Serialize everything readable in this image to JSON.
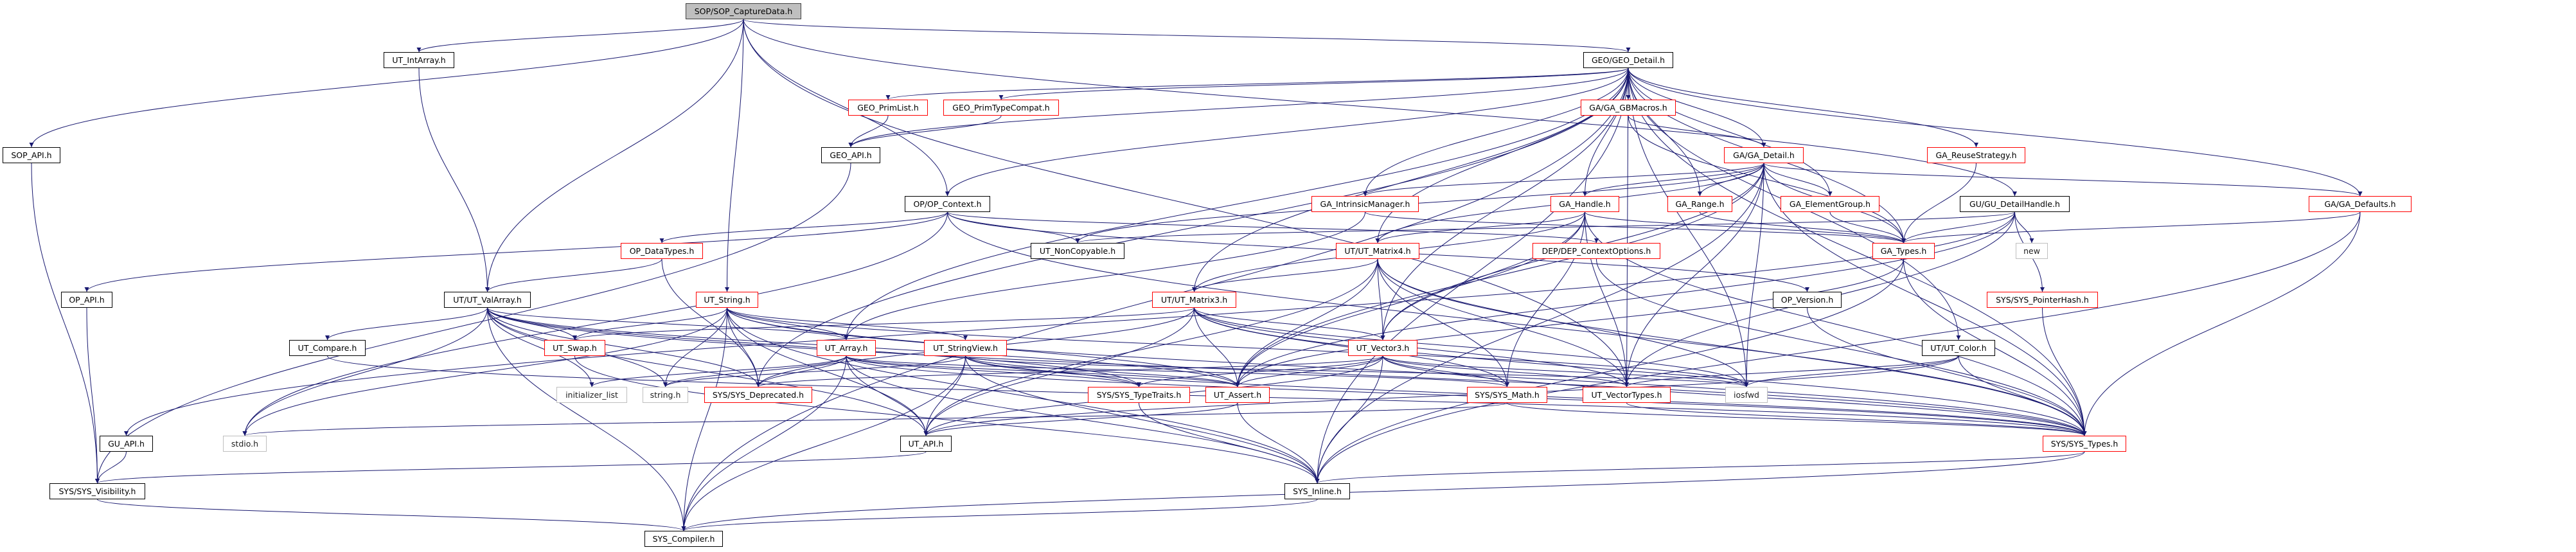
{
  "colors": {
    "edge": "#191970",
    "normal_border": "#000000",
    "truncated_border": "#ff0000",
    "external_border": "#bfbfbf",
    "root_fill": "#bfbfbf"
  },
  "nodes": [
    {
      "id": "root",
      "label": "SOP/SOP_CaptureData.h",
      "kind": "root"
    },
    {
      "id": "ut_intarray",
      "label": "UT_IntArray.h",
      "kind": "normal"
    },
    {
      "id": "geo_detail",
      "label": "GEO/GEO_Detail.h",
      "kind": "normal"
    },
    {
      "id": "geo_primlist",
      "label": "GEO_PrimList.h",
      "kind": "truncated"
    },
    {
      "id": "geo_primtypecompat",
      "label": "GEO_PrimTypeCompat.h",
      "kind": "truncated"
    },
    {
      "id": "ga_gbmacros",
      "label": "GA/GA_GBMacros.h",
      "kind": "truncated"
    },
    {
      "id": "sop_api",
      "label": "SOP_API.h",
      "kind": "normal"
    },
    {
      "id": "geo_api",
      "label": "GEO_API.h",
      "kind": "normal"
    },
    {
      "id": "ga_detail",
      "label": "GA/GA_Detail.h",
      "kind": "truncated"
    },
    {
      "id": "ga_reuse",
      "label": "GA_ReuseStrategy.h",
      "kind": "truncated"
    },
    {
      "id": "op_context",
      "label": "OP/OP_Context.h",
      "kind": "normal"
    },
    {
      "id": "ga_intrinsic",
      "label": "GA_IntrinsicManager.h",
      "kind": "truncated"
    },
    {
      "id": "ga_handle",
      "label": "GA_Handle.h",
      "kind": "truncated"
    },
    {
      "id": "ga_range",
      "label": "GA_Range.h",
      "kind": "truncated"
    },
    {
      "id": "ga_elemgroup",
      "label": "GA_ElementGroup.h",
      "kind": "truncated"
    },
    {
      "id": "gu_detailhandle",
      "label": "GU/GU_DetailHandle.h",
      "kind": "normal"
    },
    {
      "id": "ga_defaults",
      "label": "GA/GA_Defaults.h",
      "kind": "truncated"
    },
    {
      "id": "op_datatypes",
      "label": "OP_DataTypes.h",
      "kind": "truncated"
    },
    {
      "id": "ut_noncopyable",
      "label": "UT_NonCopyable.h",
      "kind": "normal"
    },
    {
      "id": "ut_matrix4",
      "label": "UT/UT_Matrix4.h",
      "kind": "truncated"
    },
    {
      "id": "dep_ctxopts",
      "label": "DEP/DEP_ContextOptions.h",
      "kind": "truncated"
    },
    {
      "id": "ga_types",
      "label": "GA_Types.h",
      "kind": "truncated"
    },
    {
      "id": "new",
      "label": "new",
      "kind": "external"
    },
    {
      "id": "op_api",
      "label": "OP_API.h",
      "kind": "normal"
    },
    {
      "id": "ut_valarray",
      "label": "UT/UT_ValArray.h",
      "kind": "normal"
    },
    {
      "id": "ut_string",
      "label": "UT_String.h",
      "kind": "truncated"
    },
    {
      "id": "ut_matrix3",
      "label": "UT/UT_Matrix3.h",
      "kind": "truncated"
    },
    {
      "id": "op_version",
      "label": "OP_Version.h",
      "kind": "normal"
    },
    {
      "id": "sys_pointerhash",
      "label": "SYS/SYS_PointerHash.h",
      "kind": "truncated"
    },
    {
      "id": "ut_compare",
      "label": "UT_Compare.h",
      "kind": "normal"
    },
    {
      "id": "ut_swap",
      "label": "UT_Swap.h",
      "kind": "truncated"
    },
    {
      "id": "ut_array",
      "label": "UT_Array.h",
      "kind": "truncated"
    },
    {
      "id": "ut_stringview",
      "label": "UT_StringView.h",
      "kind": "truncated"
    },
    {
      "id": "ut_vector3",
      "label": "UT_Vector3.h",
      "kind": "truncated"
    },
    {
      "id": "ut_color",
      "label": "UT/UT_Color.h",
      "kind": "normal"
    },
    {
      "id": "init_list",
      "label": "initializer_list",
      "kind": "external"
    },
    {
      "id": "string_h",
      "label": "string.h",
      "kind": "external"
    },
    {
      "id": "sys_deprecated",
      "label": "SYS/SYS_Deprecated.h",
      "kind": "truncated"
    },
    {
      "id": "sys_typetraits",
      "label": "SYS/SYS_TypeTraits.h",
      "kind": "truncated"
    },
    {
      "id": "ut_assert",
      "label": "UT_Assert.h",
      "kind": "truncated"
    },
    {
      "id": "sys_math",
      "label": "SYS/SYS_Math.h",
      "kind": "truncated"
    },
    {
      "id": "ut_vectortypes",
      "label": "UT_VectorTypes.h",
      "kind": "truncated"
    },
    {
      "id": "iosfwd",
      "label": "iosfwd",
      "kind": "external"
    },
    {
      "id": "gu_api",
      "label": "GU_API.h",
      "kind": "normal"
    },
    {
      "id": "stdio",
      "label": "stdio.h",
      "kind": "external"
    },
    {
      "id": "ut_api",
      "label": "UT_API.h",
      "kind": "normal"
    },
    {
      "id": "sys_types",
      "label": "SYS/SYS_Types.h",
      "kind": "truncated"
    },
    {
      "id": "sys_visibility",
      "label": "SYS/SYS_Visibility.h",
      "kind": "normal"
    },
    {
      "id": "sys_inline",
      "label": "SYS_Inline.h",
      "kind": "normal"
    },
    {
      "id": "sys_compiler",
      "label": "SYS_Compiler.h",
      "kind": "normal"
    }
  ],
  "edges": [
    [
      "root",
      "sop_api"
    ],
    [
      "root",
      "ut_intarray"
    ],
    [
      "root",
      "ut_valarray"
    ],
    [
      "root",
      "ut_string"
    ],
    [
      "root",
      "geo_detail"
    ],
    [
      "root",
      "op_context"
    ],
    [
      "root",
      "gu_detailhandle"
    ],
    [
      "root",
      "ut_vectortypes"
    ],
    [
      "ut_intarray",
      "ut_valarray"
    ],
    [
      "sop_api",
      "sys_visibility"
    ],
    [
      "geo_detail",
      "geo_primlist"
    ],
    [
      "geo_detail",
      "geo_primtypecompat"
    ],
    [
      "geo_detail",
      "geo_api"
    ],
    [
      "geo_detail",
      "ga_gbmacros"
    ],
    [
      "geo_detail",
      "ga_detail"
    ],
    [
      "geo_detail",
      "ga_handle"
    ],
    [
      "geo_detail",
      "ga_range"
    ],
    [
      "geo_detail",
      "ga_elemgroup"
    ],
    [
      "geo_detail",
      "ga_reuse"
    ],
    [
      "geo_detail",
      "ga_defaults"
    ],
    [
      "geo_detail",
      "ga_intrinsic"
    ],
    [
      "geo_detail",
      "ga_types"
    ],
    [
      "geo_detail",
      "ut_matrix4"
    ],
    [
      "geo_detail",
      "ut_matrix3"
    ],
    [
      "geo_detail",
      "ut_vector3"
    ],
    [
      "geo_detail",
      "ut_array"
    ],
    [
      "geo_detail",
      "sys_deprecated"
    ],
    [
      "geo_detail",
      "ut_vectortypes"
    ],
    [
      "geo_detail",
      "sys_types"
    ],
    [
      "geo_detail",
      "sys_inline"
    ],
    [
      "geo_detail",
      "sys_compiler"
    ],
    [
      "geo_detail",
      "iosfwd"
    ],
    [
      "geo_detail",
      "ut_color"
    ],
    [
      "geo_detail",
      "op_context"
    ],
    [
      "geo_primlist",
      "geo_api"
    ],
    [
      "geo_primtypecompat",
      "geo_api"
    ],
    [
      "geo_api",
      "sys_visibility"
    ],
    [
      "ga_gbmacros",
      "ga_detail"
    ],
    [
      "ga_gbmacros",
      "ga_types"
    ],
    [
      "ga_detail",
      "ga_intrinsic"
    ],
    [
      "ga_detail",
      "ga_handle"
    ],
    [
      "ga_detail",
      "ga_range"
    ],
    [
      "ga_detail",
      "ga_elemgroup"
    ],
    [
      "ga_detail",
      "ga_types"
    ],
    [
      "ga_detail",
      "ga_defaults"
    ],
    [
      "ga_detail",
      "ut_vector3"
    ],
    [
      "ga_detail",
      "ut_matrix4"
    ],
    [
      "ga_detail",
      "ut_vectortypes"
    ],
    [
      "ga_detail",
      "sys_types"
    ],
    [
      "ga_detail",
      "sys_inline"
    ],
    [
      "ga_detail",
      "ut_assert"
    ],
    [
      "ga_detail",
      "ut_noncopyable"
    ],
    [
      "ga_detail",
      "iosfwd"
    ],
    [
      "ga_intrinsic",
      "ga_types"
    ],
    [
      "ga_intrinsic",
      "ut_array"
    ],
    [
      "ga_handle",
      "ut_matrix4"
    ],
    [
      "ga_handle",
      "ut_matrix3"
    ],
    [
      "ga_handle",
      "ut_vector3"
    ],
    [
      "ga_handle",
      "ga_types"
    ],
    [
      "ga_handle",
      "ut_vectortypes"
    ],
    [
      "ga_handle",
      "ut_assert"
    ],
    [
      "ga_handle",
      "sys_types"
    ],
    [
      "ga_handle",
      "sys_math"
    ],
    [
      "ga_range",
      "ga_types"
    ],
    [
      "ga_elemgroup",
      "ga_types"
    ],
    [
      "ga_reuse",
      "ga_types"
    ],
    [
      "ga_defaults",
      "ga_types"
    ],
    [
      "ga_defaults",
      "sys_types"
    ],
    [
      "ga_defaults",
      "sys_inline"
    ],
    [
      "ga_types",
      "ut_assert"
    ],
    [
      "ga_types",
      "sys_types"
    ],
    [
      "ga_types",
      "sys_inline"
    ],
    [
      "gu_detailhandle",
      "ga_types"
    ],
    [
      "gu_detailhandle",
      "new"
    ],
    [
      "gu_detailhandle",
      "sys_pointerhash"
    ],
    [
      "gu_detailhandle",
      "ut_noncopyable"
    ],
    [
      "gu_detailhandle",
      "ut_assert"
    ],
    [
      "gu_detailhandle",
      "ut_vectortypes"
    ],
    [
      "gu_detailhandle",
      "gu_api"
    ],
    [
      "sys_pointerhash",
      "sys_types"
    ],
    [
      "op_context",
      "op_api"
    ],
    [
      "op_context",
      "op_datatypes"
    ],
    [
      "op_context",
      "ut_noncopyable"
    ],
    [
      "op_context",
      "dep_ctxopts"
    ],
    [
      "op_context",
      "op_version"
    ],
    [
      "op_context",
      "sys_types"
    ],
    [
      "op_context",
      "stdio"
    ],
    [
      "op_api",
      "sys_visibility"
    ],
    [
      "op_datatypes",
      "ut_valarray"
    ],
    [
      "op_datatypes",
      "sys_deprecated"
    ],
    [
      "dep_ctxopts",
      "sys_types"
    ],
    [
      "op_version",
      "sys_types"
    ],
    [
      "ut_valarray",
      "ut_compare"
    ],
    [
      "ut_valarray",
      "ut_swap"
    ],
    [
      "ut_valarray",
      "ut_array"
    ],
    [
      "ut_valarray",
      "init_list"
    ],
    [
      "ut_valarray",
      "string_h"
    ],
    [
      "ut_valarray",
      "sys_deprecated"
    ],
    [
      "ut_valarray",
      "ut_api"
    ],
    [
      "ut_valarray",
      "stdio"
    ],
    [
      "ut_valarray",
      "sys_compiler"
    ],
    [
      "ut_valarray",
      "sys_types"
    ],
    [
      "ut_valarray",
      "ut_assert"
    ],
    [
      "ut_valarray",
      "sys_typetraits"
    ],
    [
      "ut_compare",
      "sys_types"
    ],
    [
      "ut_string",
      "ut_swap"
    ],
    [
      "ut_string",
      "string_h"
    ],
    [
      "ut_string",
      "sys_deprecated"
    ],
    [
      "ut_string",
      "ut_assert"
    ],
    [
      "ut_string",
      "ut_api"
    ],
    [
      "ut_string",
      "sys_types"
    ],
    [
      "ut_string",
      "ut_stringview"
    ],
    [
      "ut_string",
      "sys_inline"
    ],
    [
      "ut_string",
      "stdio"
    ],
    [
      "ut_string",
      "iosfwd"
    ],
    [
      "ut_string",
      "sys_compiler"
    ],
    [
      "ut_string",
      "ut_array"
    ],
    [
      "ut_swap",
      "sys_inline"
    ],
    [
      "ut_array",
      "sys_deprecated"
    ],
    [
      "ut_array",
      "string_h"
    ],
    [
      "ut_array",
      "init_list"
    ],
    [
      "ut_array",
      "ut_api"
    ],
    [
      "ut_array",
      "ut_assert"
    ],
    [
      "ut_array",
      "sys_compiler"
    ],
    [
      "ut_array",
      "sys_types"
    ],
    [
      "ut_array",
      "sys_typetraits"
    ],
    [
      "ut_array",
      "sys_inline"
    ],
    [
      "ut_array",
      "sys_math"
    ],
    [
      "ut_stringview",
      "ut_api"
    ],
    [
      "ut_stringview",
      "sys_typetraits"
    ],
    [
      "ut_stringview",
      "ut_assert"
    ],
    [
      "ut_stringview",
      "sys_inline"
    ],
    [
      "ut_stringview",
      "sys_compiler"
    ],
    [
      "ut_stringview",
      "sys_types"
    ],
    [
      "ut_stringview",
      "string_h"
    ],
    [
      "ut_stringview",
      "iosfwd"
    ],
    [
      "ut_matrix3",
      "ut_assert"
    ],
    [
      "ut_matrix3",
      "ut_vector3"
    ],
    [
      "ut_matrix3",
      "sys_math"
    ],
    [
      "ut_matrix3",
      "ut_vectortypes"
    ],
    [
      "ut_matrix3",
      "iosfwd"
    ],
    [
      "ut_matrix3",
      "sys_types"
    ],
    [
      "ut_matrix3",
      "ut_api"
    ],
    [
      "ut_matrix3",
      "sys_deprecated"
    ],
    [
      "ut_matrix3",
      "ut_swap"
    ],
    [
      "ut_matrix4",
      "ut_matrix3"
    ],
    [
      "ut_matrix4",
      "ut_vector3"
    ],
    [
      "ut_matrix4",
      "ut_assert"
    ],
    [
      "ut_matrix4",
      "sys_math"
    ],
    [
      "ut_matrix4",
      "ut_vectortypes"
    ],
    [
      "ut_matrix4",
      "iosfwd"
    ],
    [
      "ut_matrix4",
      "sys_types"
    ],
    [
      "ut_matrix4",
      "ut_api"
    ],
    [
      "ut_vector3",
      "ut_assert"
    ],
    [
      "ut_vector3",
      "sys_math"
    ],
    [
      "ut_vector3",
      "ut_vectortypes"
    ],
    [
      "ut_vector3",
      "iosfwd"
    ],
    [
      "ut_vector3",
      "sys_inline"
    ],
    [
      "ut_vector3",
      "ut_api"
    ],
    [
      "ut_vector3",
      "sys_deprecated"
    ],
    [
      "ut_vector3",
      "sys_typetraits"
    ],
    [
      "ut_vector3",
      "sys_types"
    ],
    [
      "ut_color",
      "ut_api"
    ],
    [
      "ut_color",
      "sys_types"
    ],
    [
      "ut_color",
      "iosfwd"
    ],
    [
      "ut_color",
      "ut_vectortypes"
    ],
    [
      "sys_math",
      "sys_types"
    ],
    [
      "sys_math",
      "stdio"
    ],
    [
      "ut_vectortypes",
      "sys_types"
    ],
    [
      "ut_assert",
      "ut_api"
    ],
    [
      "ut_assert",
      "sys_inline"
    ],
    [
      "sys_typetraits",
      "sys_inline"
    ],
    [
      "ut_api",
      "sys_visibility"
    ],
    [
      "gu_api",
      "sys_visibility"
    ],
    [
      "sys_visibility",
      "sys_compiler"
    ],
    [
      "sys_types",
      "sys_inline"
    ],
    [
      "sys_types",
      "sys_compiler"
    ],
    [
      "sys_inline",
      "sys_compiler"
    ]
  ]
}
